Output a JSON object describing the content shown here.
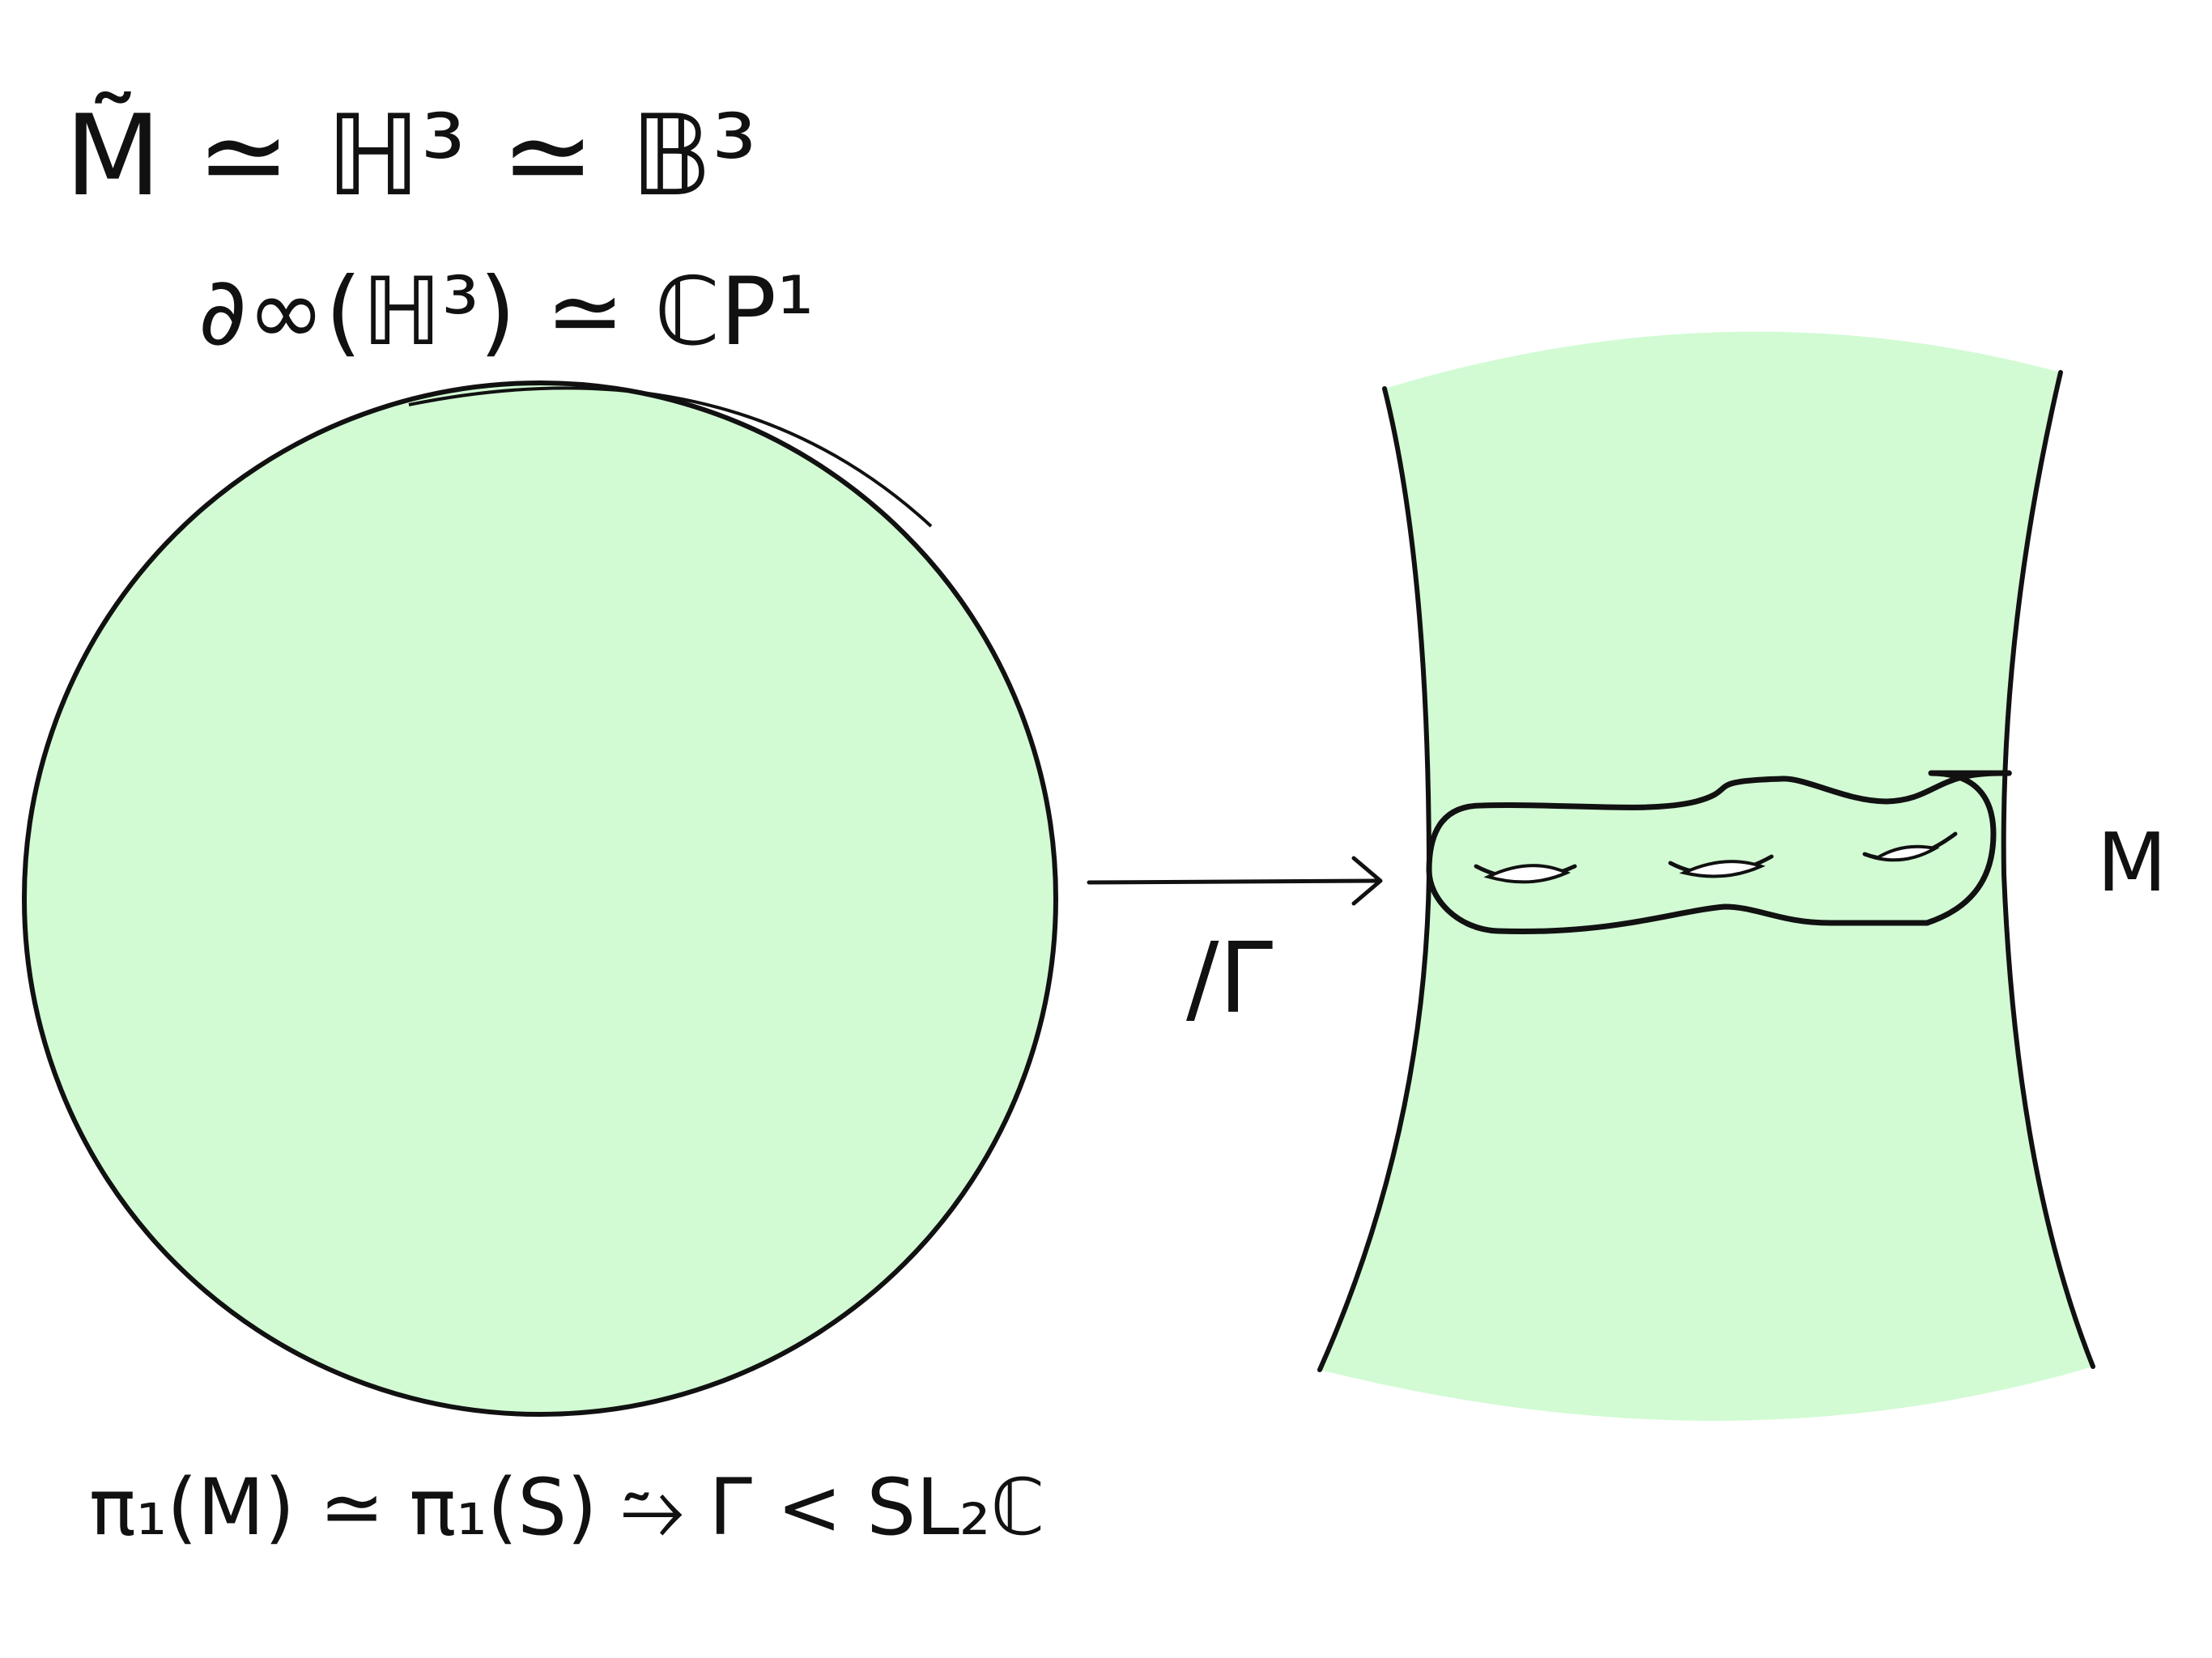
{
  "labels": {
    "universal_cover": "M̃ ≃ ℍ³ ≃ 𝔹³",
    "boundary_at_infinity": "∂∞(ℍ³) ≃ ℂP¹",
    "quotient_map": "/Γ",
    "manifold": "M",
    "group_relation": "π₁(M) ≃ π₁(S) ⥲ Γ < SL₂ℂ"
  },
  "colors": {
    "fill": "#d2fbd4",
    "stroke": "#111111",
    "background": "#ffffff"
  }
}
